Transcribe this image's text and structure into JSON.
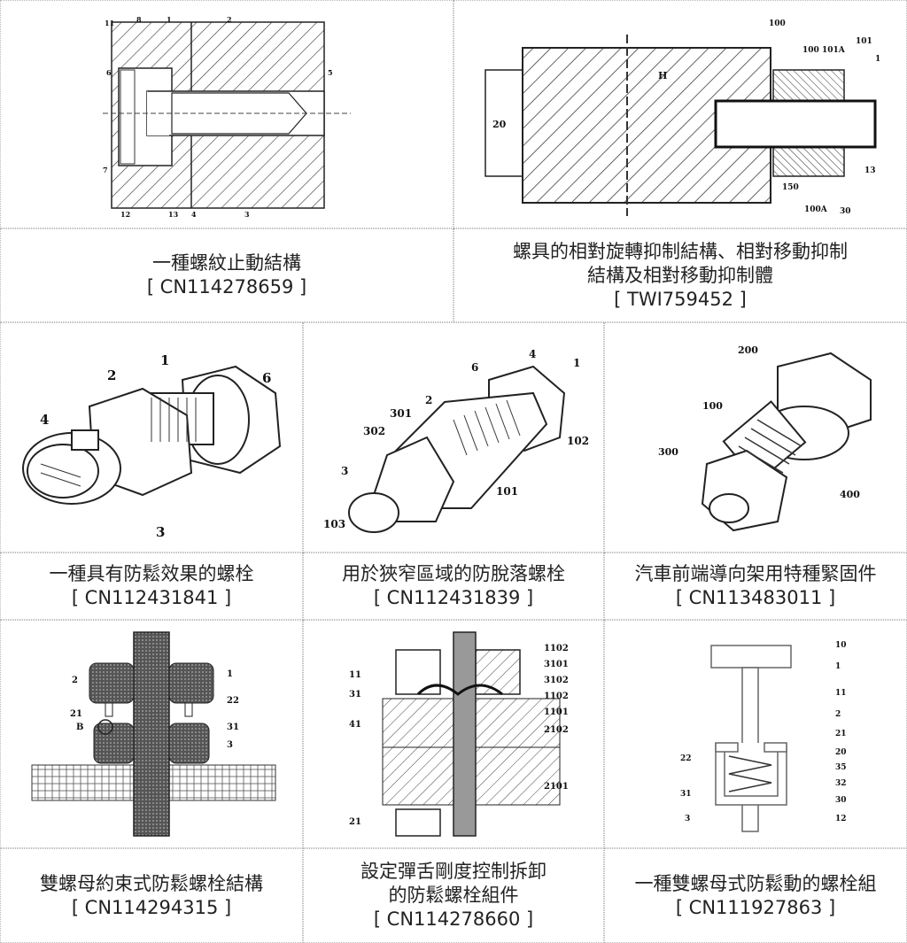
{
  "items": [
    {
      "title": "一種螺紋止動結構",
      "code": "[ CN114278659 ]"
    },
    {
      "title_line1": "螺具的相對旋轉抑制結構、相對移動抑制",
      "title_line2": "結構及相對移動抑制體",
      "code": "[ TWI759452 ]"
    },
    {
      "title": "一種具有防鬆效果的螺栓",
      "code": "[ CN112431841 ]"
    },
    {
      "title": "用於狹窄區域的防脫落螺栓",
      "code": "[ CN112431839 ]"
    },
    {
      "title": "汽車前端導向架用特種緊固件",
      "code": "[ CN113483011 ]"
    },
    {
      "title": "雙螺母約束式防鬆螺栓結構",
      "code": "[ CN114294315 ]"
    },
    {
      "title_line1": "設定彈舌剛度控制拆卸",
      "title_line2": "的防鬆螺栓組件",
      "code": "[ CN114278660 ]"
    },
    {
      "title": "一種雙螺母式防鬆動的螺栓組",
      "code": "[ CN111927863 ]"
    }
  ],
  "figure_labels": {
    "fig1": [
      "11",
      "8",
      "1",
      "2",
      "6",
      "5",
      "7",
      "12",
      "13",
      "4",
      "3"
    ],
    "fig2": [
      "100",
      "100",
      "101A",
      "101",
      "1",
      "20",
      "H",
      "150",
      "100A",
      "30",
      "13"
    ],
    "fig3": [
      "1",
      "6",
      "2",
      "4",
      "3"
    ],
    "fig4": [
      "4",
      "1",
      "6",
      "2",
      "301",
      "302",
      "3",
      "103",
      "101",
      "102"
    ],
    "fig5": [
      "200",
      "100",
      "300",
      "400"
    ],
    "fig6": [
      "1",
      "2",
      "22",
      "21",
      "B",
      "31",
      "3"
    ],
    "fig7": [
      "1102",
      "3101",
      "3102",
      "1102",
      "1101",
      "2102",
      "2101",
      "11",
      "31",
      "41",
      "21"
    ],
    "fig8": [
      "10",
      "1",
      "11",
      "2",
      "21",
      "20",
      "35",
      "32",
      "30",
      "12",
      "22",
      "31",
      "3"
    ]
  }
}
